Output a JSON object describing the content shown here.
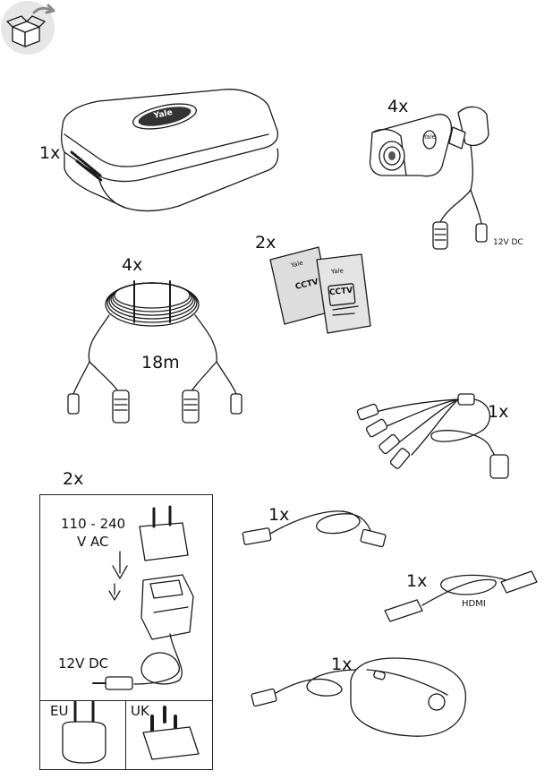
{
  "items": {
    "recorder": {
      "qty": "1x",
      "brand": "Yale"
    },
    "cameras": {
      "qty": "4x",
      "brand": "Yale",
      "power": "12V DC"
    },
    "stickers": {
      "qty": "2x",
      "brand": "Yale",
      "text": "CCTV"
    },
    "cables": {
      "qty": "4x",
      "length": "18m"
    },
    "splitter": {
      "qty": "1x"
    },
    "adapters": {
      "qty": "2x",
      "input_range": "110 - 240",
      "input_unit": "V AC",
      "output": "12V DC",
      "plug_eu": "EU",
      "plug_uk": "UK"
    },
    "network_cable": {
      "qty": "1x"
    },
    "hdmi_cable": {
      "qty": "1x",
      "label": "HDMI"
    },
    "mouse": {
      "qty": "1x"
    }
  },
  "icons": [
    "open-box-icon"
  ]
}
